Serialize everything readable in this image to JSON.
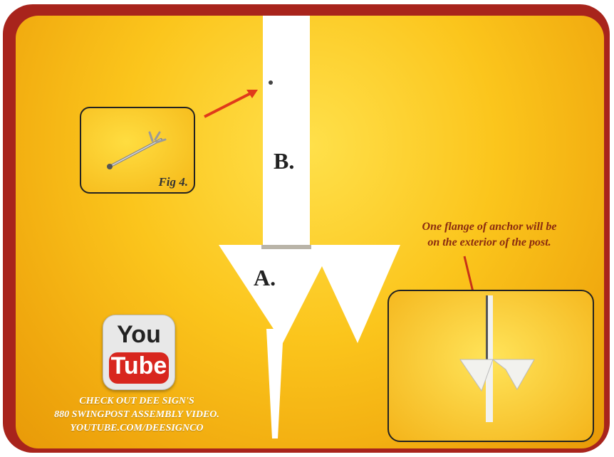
{
  "labels": {
    "post_label": "B.",
    "anchor_label": "A."
  },
  "figure": {
    "caption": "Fig 4."
  },
  "note": {
    "line1": "One flange of anchor will be",
    "line2": "on the exterior of the post."
  },
  "youtube": {
    "you": "You",
    "tube": "Tube"
  },
  "promo": {
    "line1": "CHECK OUT DEE SIGN'S",
    "line2": "880 SWINGPOST ASSEMBLY VIDEO.",
    "line3": "YOUTUBE.COM/DEESIGNCO"
  },
  "colors": {
    "frame": "#a8241c",
    "panel": "#fbc51c",
    "arrow": "#e03a1a"
  }
}
